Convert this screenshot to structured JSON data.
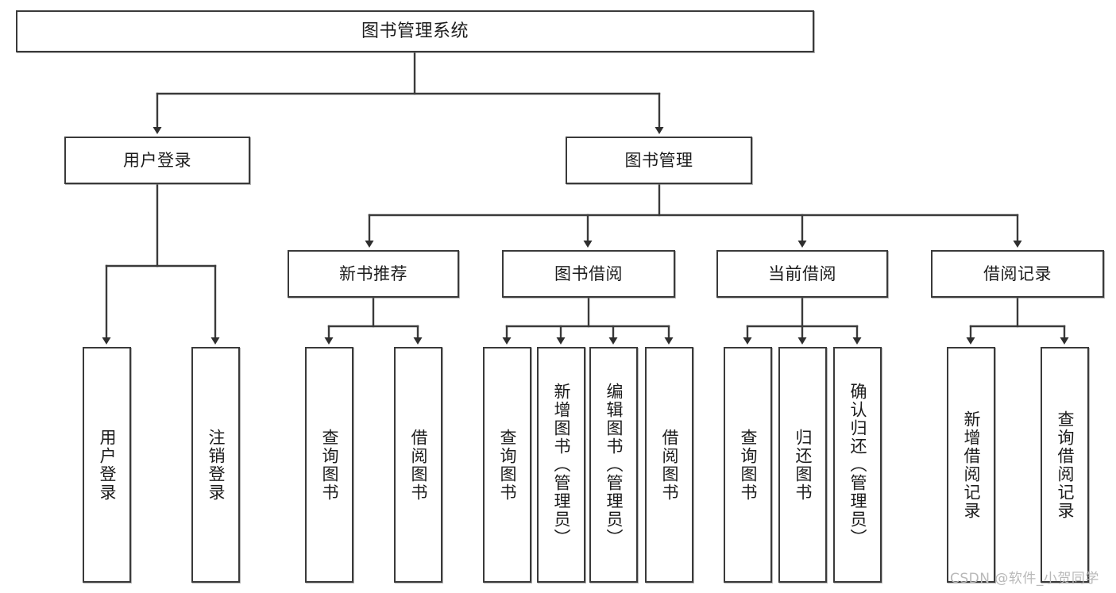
{
  "diagram": {
    "title": "图书管理系统",
    "type": "tree-hierarchy-chart",
    "watermark": "CSDN @软件_小贺同学",
    "colors": {
      "box_border": "#3a3a3a",
      "box_fill": "#ffffff",
      "connector": "#3a3a3a",
      "text": "#1c1c1c",
      "watermark": "#b9b9b9",
      "background": "#ffffff"
    }
  },
  "nodes": {
    "root": {
      "label": "图书管理系统"
    },
    "level1": [
      {
        "label": "用户登录"
      },
      {
        "label": "图书管理"
      }
    ],
    "level2": [
      {
        "label": "新书推荐"
      },
      {
        "label": "图书借阅"
      },
      {
        "label": "当前借阅"
      },
      {
        "label": "借阅记录"
      }
    ],
    "leaves": {
      "user_login": [
        {
          "label": "用户登录"
        },
        {
          "label": "注销登录"
        }
      ],
      "new_book_recommend": [
        {
          "label": "查询图书"
        },
        {
          "label": "借阅图书"
        }
      ],
      "book_borrow": [
        {
          "label": "查询图书"
        },
        {
          "label": "新增图书（管理员）"
        },
        {
          "label": "编辑图书（管理员）"
        },
        {
          "label": "借阅图书"
        }
      ],
      "current_borrow": [
        {
          "label": "查询图书"
        },
        {
          "label": "归还图书"
        },
        {
          "label": "确认归还（管理员）"
        }
      ],
      "borrow_record": [
        {
          "label": "新增借阅记录"
        },
        {
          "label": "查询借阅记录"
        }
      ]
    }
  }
}
